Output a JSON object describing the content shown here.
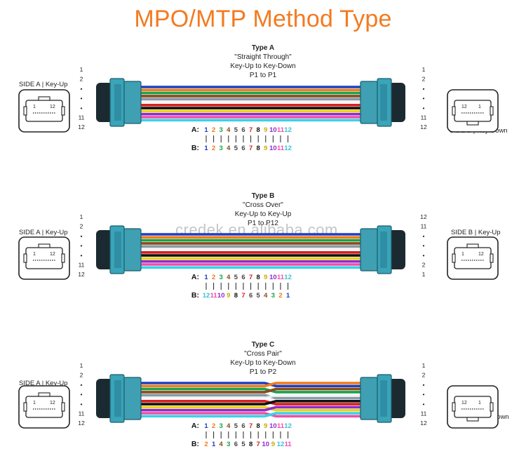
{
  "title": "MPO/MTP Method Type",
  "watermark": "credek.en.alibaba.com",
  "pin_colors": [
    "#1e3fbf",
    "#f07b1a",
    "#17a34a",
    "#8b4a1a",
    "#8a9aa8",
    "#f4f4f4",
    "#d91e1e",
    "#111111",
    "#e8d319",
    "#8e2bd0",
    "#ef4fa8",
    "#37d3e6"
  ],
  "pin_label_colors": [
    "#1e3fbf",
    "#f07b1a",
    "#17a34a",
    "#8b4a1a",
    "#444444",
    "#444444",
    "#d91e1e",
    "#111111",
    "#c7b000",
    "#8e2bd0",
    "#ef4fa8",
    "#37c3d6"
  ],
  "sections": [
    {
      "id": "type-a",
      "name": "Type A",
      "subtitle": "\"Straight Through\"",
      "key": "Key-Up to Key-Down",
      "ptop": "P1 to P1",
      "left_label": "SIDE A | Key-Up",
      "right_label": "SIDE B | Key-Down",
      "left_pins": [
        "1",
        "2",
        "•",
        "•",
        "•",
        "11",
        "12"
      ],
      "right_pins": [
        "1",
        "2",
        "•",
        "•",
        "•",
        "11",
        "12"
      ],
      "connector_left_key": "up",
      "connector_right_key": "down",
      "port_left_nums": [
        "1",
        "12"
      ],
      "port_right_nums": [
        "12",
        "1"
      ],
      "mapping": "straight",
      "row_a_label": "A:",
      "row_b_label": "B:",
      "row_a": [
        "1",
        "2",
        "3",
        "4",
        "5",
        "6",
        "7",
        "8",
        "9",
        "10",
        "11",
        "12"
      ],
      "row_b": [
        "1",
        "2",
        "3",
        "4",
        "5",
        "6",
        "7",
        "8",
        "9",
        "10",
        "11",
        "12"
      ]
    },
    {
      "id": "type-b",
      "name": "Type B",
      "subtitle": "\"Cross Over\"",
      "key": "Key-Up to Key-Up",
      "ptop": "P1 to P12",
      "left_label": "SIDE A | Key-Up",
      "right_label": "SIDE B | Key-Up",
      "left_pins": [
        "1",
        "2",
        "•",
        "•",
        "•",
        "11",
        "12"
      ],
      "right_pins": [
        "12",
        "11",
        "•",
        "•",
        "•",
        "2",
        "1"
      ],
      "connector_left_key": "up",
      "connector_right_key": "up",
      "port_left_nums": [
        "1",
        "12"
      ],
      "port_right_nums": [
        "1",
        "12"
      ],
      "mapping": "straight",
      "row_a_label": "A:",
      "row_b_label": "B:",
      "row_a": [
        "1",
        "2",
        "3",
        "4",
        "5",
        "6",
        "7",
        "8",
        "9",
        "10",
        "11",
        "12"
      ],
      "row_b": [
        "12",
        "11",
        "10",
        "9",
        "8",
        "7",
        "6",
        "5",
        "4",
        "3",
        "2",
        "1"
      ]
    },
    {
      "id": "type-c",
      "name": "Type C",
      "subtitle": "\"Cross Pair\"",
      "key": "Key-Up to Key-Down",
      "ptop": "P1 to P2",
      "left_label": "SIDE A | Key-Up",
      "right_label": "SIDE B | Key-Down",
      "left_pins": [
        "1",
        "2",
        "•",
        "•",
        "•",
        "11",
        "12"
      ],
      "right_pins": [
        "1",
        "2",
        "•",
        "•",
        "•",
        "11",
        "12"
      ],
      "connector_left_key": "up",
      "connector_right_key": "down",
      "port_left_nums": [
        "1",
        "12"
      ],
      "port_right_nums": [
        "12",
        "1"
      ],
      "mapping": "pair",
      "row_a_label": "A:",
      "row_b_label": "B:",
      "row_a": [
        "1",
        "2",
        "3",
        "4",
        "5",
        "6",
        "7",
        "8",
        "9",
        "10",
        "11",
        "12"
      ],
      "row_b": [
        "2",
        "1",
        "4",
        "3",
        "6",
        "5",
        "8",
        "7",
        "10",
        "9",
        "12",
        "11"
      ]
    }
  ]
}
